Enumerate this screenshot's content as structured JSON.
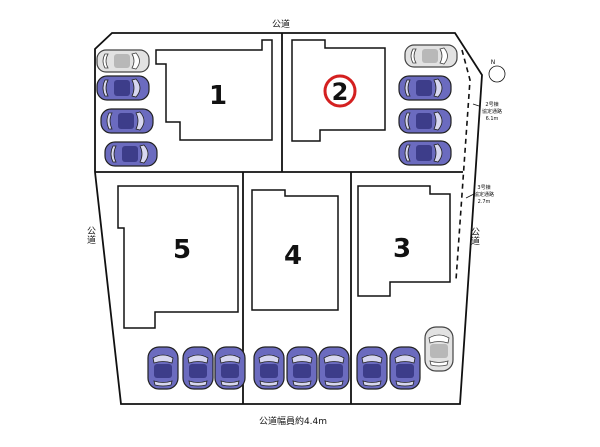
{
  "roads": {
    "north": "公道",
    "west": "公道",
    "east": "公道",
    "south": "公道幅員約4.4m"
  },
  "lots": [
    {
      "id": "lot-1",
      "label": "1",
      "highlighted": false
    },
    {
      "id": "lot-2",
      "label": "2",
      "highlighted": true
    },
    {
      "id": "lot-3",
      "label": "3",
      "highlighted": false
    },
    {
      "id": "lot-4",
      "label": "4",
      "highlighted": false
    },
    {
      "id": "lot-5",
      "label": "5",
      "highlighted": false
    }
  ],
  "annotations": {
    "upper_label": [
      "2号棟",
      "協定通路",
      "6.1m"
    ],
    "lower_label": [
      "3号棟",
      "協定通路",
      "2.7m"
    ]
  },
  "compass": {
    "letter": "N"
  },
  "colors": {
    "car_body": "#6b6bbf",
    "car_dark": "#3d3d8a",
    "car_window": "#d7d7f0",
    "car_grey": "#c8c8c8",
    "highlight_ring": "#d42020"
  }
}
